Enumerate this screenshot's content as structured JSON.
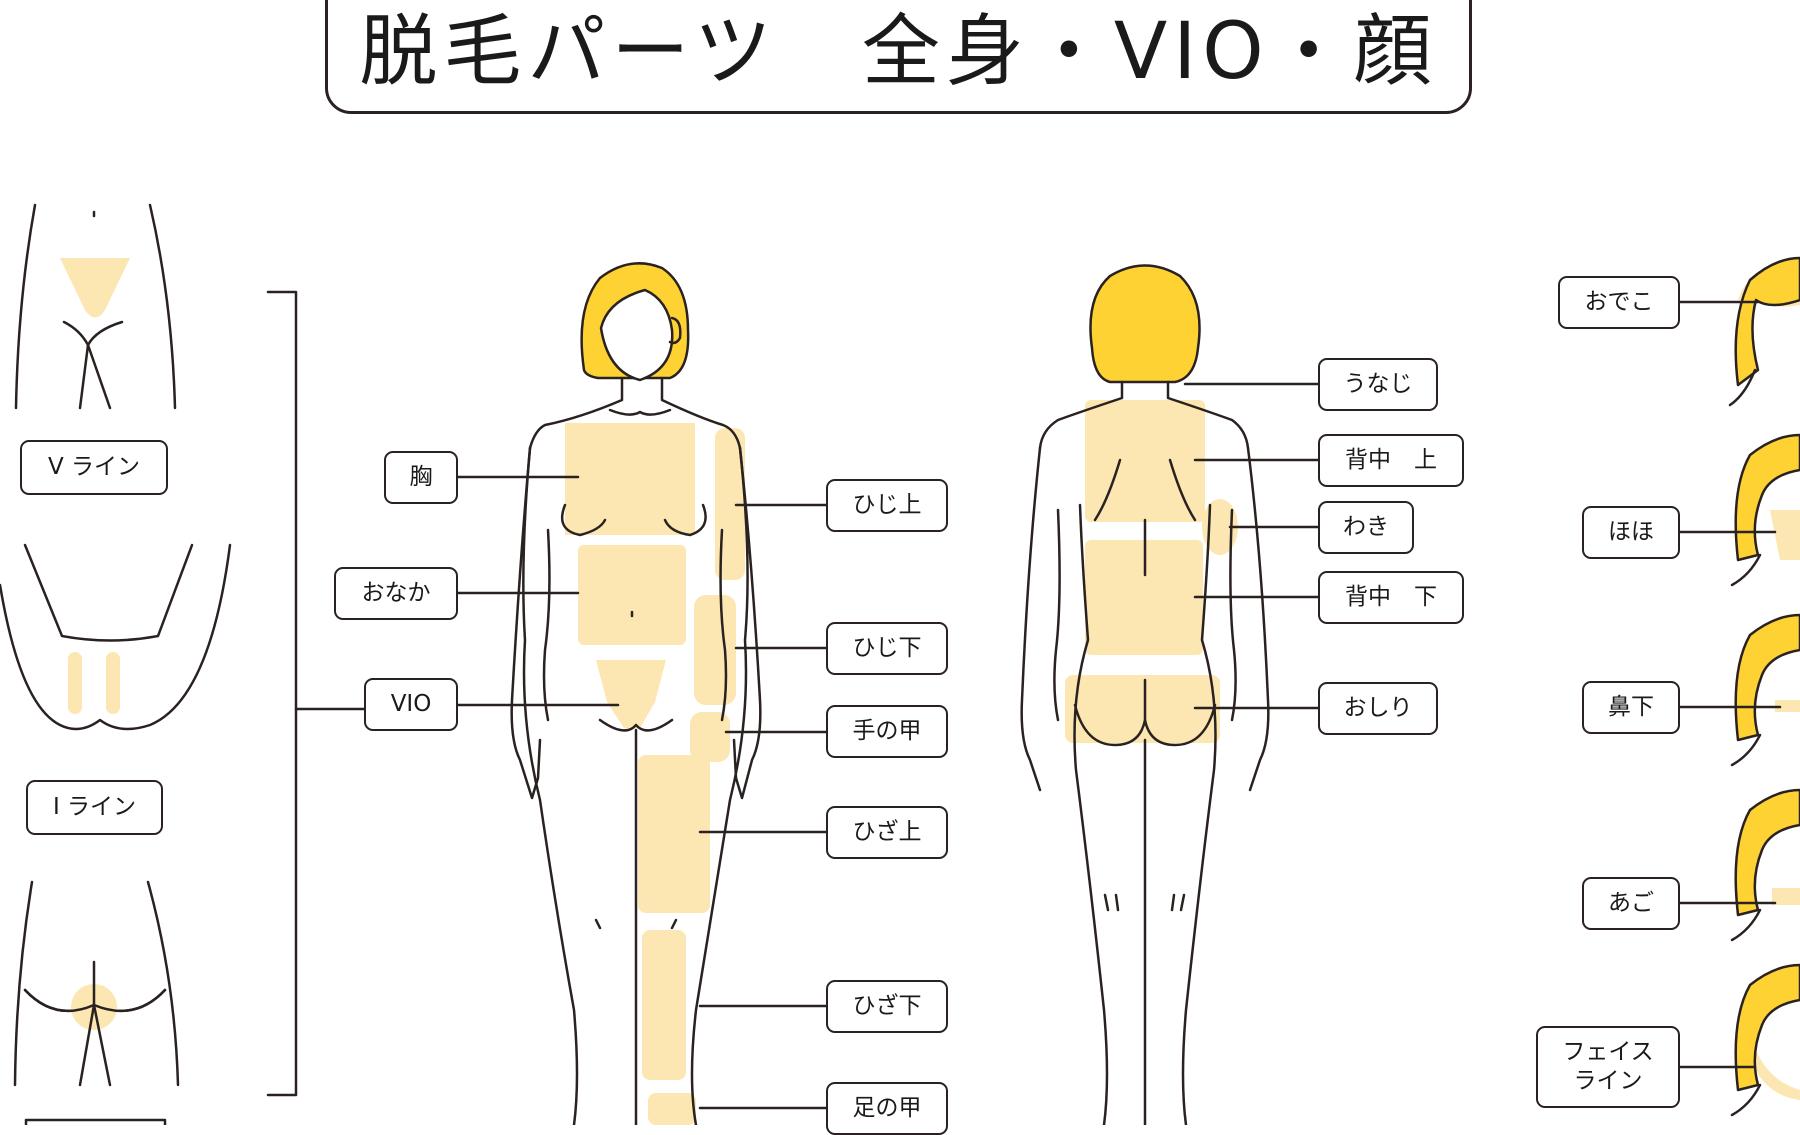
{
  "title": "脱毛パーツ　全身・VIO・顔",
  "colors": {
    "hair": "#FFD234",
    "highlight": "#FCE6B2",
    "line": "#2a2220",
    "background": "#ffffff"
  },
  "vio_labels": {
    "v_line": "V ライン",
    "i_line": "I ライン"
  },
  "front_labels": {
    "chest": "胸",
    "belly": "おなか",
    "vio": "VIO",
    "upper_arm": "ひじ上",
    "forearm": "ひじ下",
    "back_of_hand": "手の甲",
    "thigh": "ひざ上",
    "lower_leg": "ひざ下",
    "top_of_foot": "足の甲"
  },
  "back_labels": {
    "nape": "うなじ",
    "upper_back": "背中　上",
    "armpit": "わき",
    "lower_back": "背中　下",
    "buttocks": "おしり"
  },
  "face_labels": {
    "forehead": "おでこ",
    "cheek": "ほほ",
    "under_nose": "鼻下",
    "chin": "あご",
    "face_line": "フェイス\nライン"
  }
}
